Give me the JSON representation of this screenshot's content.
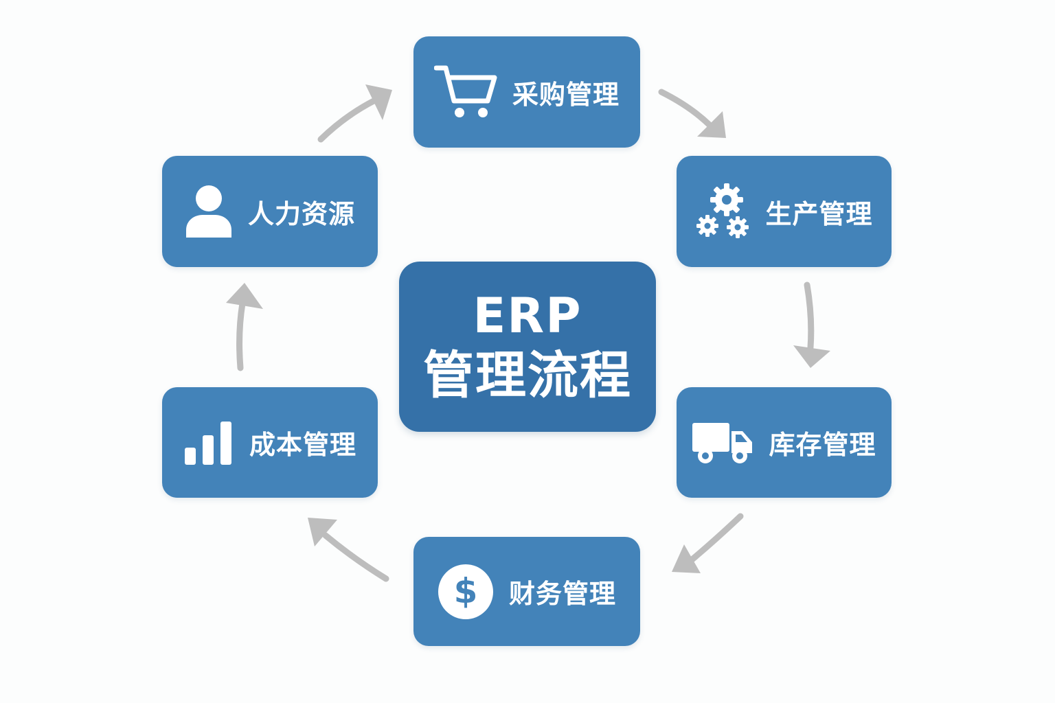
{
  "center": {
    "line1": "ERP",
    "line2": "管理流程"
  },
  "nodes": {
    "purchase": {
      "label": "采购管理",
      "icon": "shopping-cart-icon"
    },
    "production": {
      "label": "生产管理",
      "icon": "gears-icon"
    },
    "inventory": {
      "label": "库存管理",
      "icon": "truck-icon"
    },
    "finance": {
      "label": "财务管理",
      "icon": "dollar-circle-icon"
    },
    "cost": {
      "label": "成本管理",
      "icon": "bar-chart-icon"
    },
    "hr": {
      "label": "人力资源",
      "icon": "user-icon"
    }
  },
  "colors": {
    "node": "#4383b9",
    "center": "#3571a8",
    "arrow": "#bdbdbd",
    "text": "#ffffff"
  }
}
